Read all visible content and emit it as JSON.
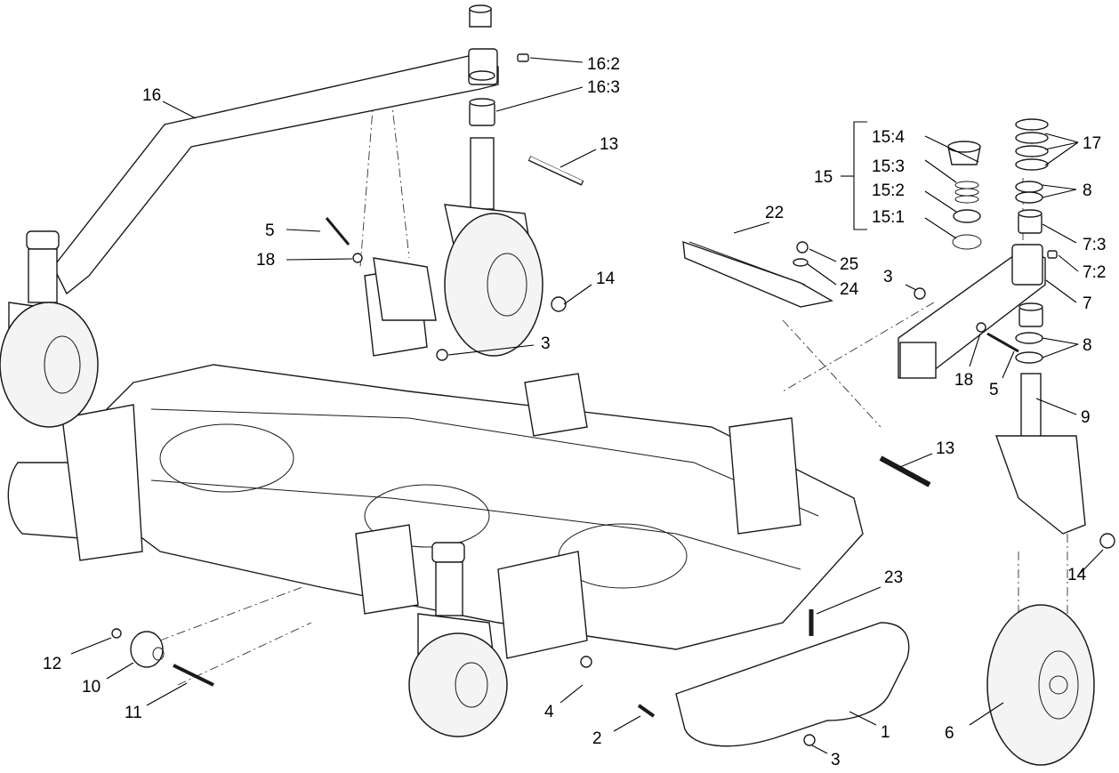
{
  "callouts": [
    {
      "id": "c-16-2",
      "text": "16:2"
    },
    {
      "id": "c-16-3",
      "text": "16:3"
    },
    {
      "id": "c-16",
      "text": "16"
    },
    {
      "id": "c-13a",
      "text": "13"
    },
    {
      "id": "c-15-4",
      "text": "15:4"
    },
    {
      "id": "c-15-3",
      "text": "15:3"
    },
    {
      "id": "c-15-2",
      "text": "15:2"
    },
    {
      "id": "c-15-1",
      "text": "15:1"
    },
    {
      "id": "c-15",
      "text": "15"
    },
    {
      "id": "c-17",
      "text": "17"
    },
    {
      "id": "c-8a",
      "text": "8"
    },
    {
      "id": "c-7-3",
      "text": "7:3"
    },
    {
      "id": "c-7-2",
      "text": "7:2"
    },
    {
      "id": "c-7",
      "text": "7"
    },
    {
      "id": "c-8b",
      "text": "8"
    },
    {
      "id": "c-22",
      "text": "22"
    },
    {
      "id": "c-25",
      "text": "25"
    },
    {
      "id": "c-24",
      "text": "24"
    },
    {
      "id": "c-3a",
      "text": "3"
    },
    {
      "id": "c-5a",
      "text": "5"
    },
    {
      "id": "c-18a",
      "text": "18"
    },
    {
      "id": "c-14a",
      "text": "14"
    },
    {
      "id": "c-3b",
      "text": "3"
    },
    {
      "id": "c-18b",
      "text": "18"
    },
    {
      "id": "c-5b",
      "text": "5"
    },
    {
      "id": "c-9",
      "text": "9"
    },
    {
      "id": "c-13b",
      "text": "13"
    },
    {
      "id": "c-14b",
      "text": "14"
    },
    {
      "id": "c-23",
      "text": "23"
    },
    {
      "id": "c-12",
      "text": "12"
    },
    {
      "id": "c-10",
      "text": "10"
    },
    {
      "id": "c-11",
      "text": "11"
    },
    {
      "id": "c-4",
      "text": "4"
    },
    {
      "id": "c-2",
      "text": "2"
    },
    {
      "id": "c-1",
      "text": "1"
    },
    {
      "id": "c-3c",
      "text": "3"
    },
    {
      "id": "c-6",
      "text": "6"
    }
  ]
}
